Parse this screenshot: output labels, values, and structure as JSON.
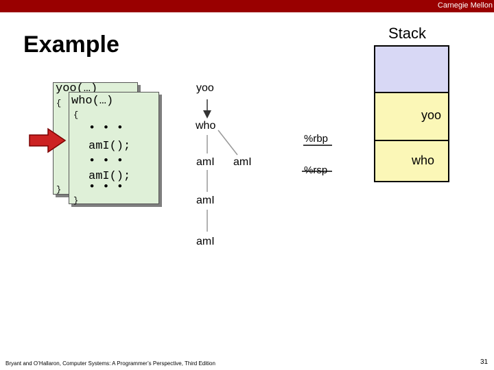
{
  "header": {
    "brand": "Carnegie Mellon",
    "color": "#990000"
  },
  "slide": {
    "title": "Example"
  },
  "code_back": {
    "line1": "yoo(…)",
    "line2": "{",
    "line3": "}"
  },
  "code_front": {
    "line1": "who(…)",
    "line2": "{",
    "line3": "• • •",
    "line4": "amI();",
    "line5": "• • •",
    "line6": "amI();",
    "line7": "• • •",
    "line8": "}"
  },
  "call_tree": {
    "yoo": "yoo",
    "who": "who",
    "ami_1": "amI",
    "ami_2": "amI",
    "ami_3": "amI",
    "ami_4": "amI"
  },
  "stack": {
    "title": "Stack",
    "frame_yoo": "yoo",
    "frame_who": "who",
    "rbp": "%rbp",
    "rsp": "%rsp",
    "colors": {
      "top": "#d8d8f5",
      "frames": "#fbf7b7",
      "code": "#dff0d8",
      "pointer": "#cc2222"
    }
  },
  "footer": {
    "citation": "Bryant and O’Hallaron, Computer Systems: A Programmer’s Perspective, Third Edition",
    "page": "31"
  }
}
